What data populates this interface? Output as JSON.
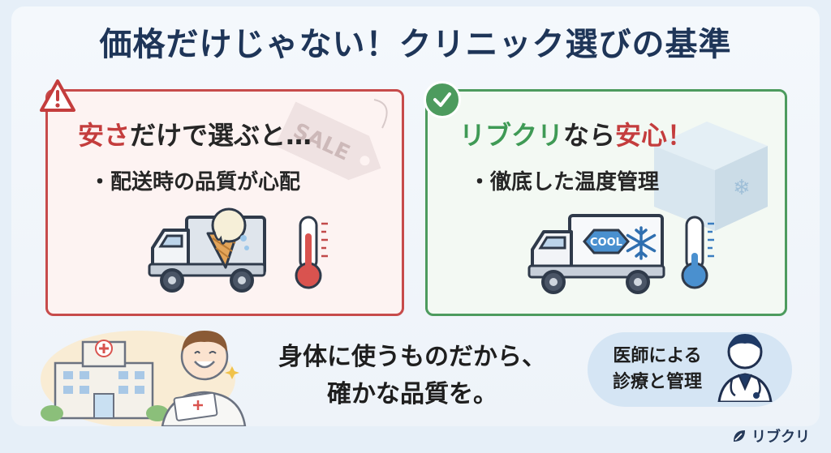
{
  "title": "価格だけじゃない！クリニック選びの基準",
  "bad_panel": {
    "heading_accent": "安さ",
    "heading_rest": "だけで選ぶと…",
    "bullet": "・配送時の品質が心配",
    "tag_text": "SALE",
    "icons": [
      "warning-icon",
      "truck-icon",
      "ice-cream-icon",
      "thermometer-hot-icon"
    ],
    "accent_color": "#c74b4b"
  },
  "good_panel": {
    "heading_brand": "リブクリ",
    "heading_mid": "なら",
    "heading_accent": "安心！",
    "bullet": "・徹底した温度管理",
    "cool_label": "COOL",
    "icons": [
      "check-icon",
      "cool-truck-icon",
      "snowflake-icon",
      "thermometer-cold-icon",
      "ice-cube-icon"
    ],
    "accent_color": "#4d9b5e"
  },
  "message": {
    "line1": "身体に使うものだから、",
    "line2": "確かな品質を。"
  },
  "doctor": {
    "line1": "医師による",
    "line2": "診療と管理"
  },
  "brand": {
    "name": "リブクリ"
  }
}
